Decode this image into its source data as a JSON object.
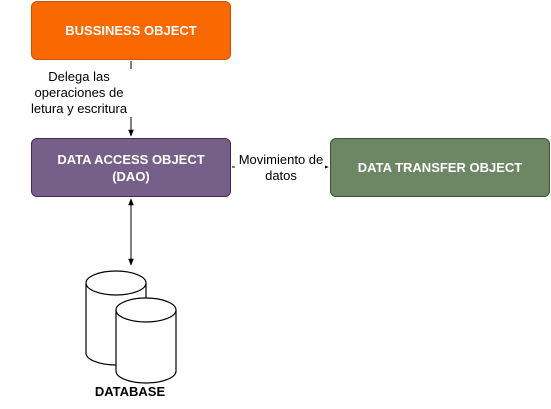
{
  "nodes": {
    "business_object": {
      "label": "BUSSINESS OBJECT",
      "color": "#fa6800"
    },
    "dao": {
      "label": "DATA ACCESS OBJECT (DAO)",
      "color": "#76608a"
    },
    "dto": {
      "label": "DATA TRANSFER OBJECT",
      "color": "#6d8764"
    },
    "database": {
      "label": "DATABASE"
    }
  },
  "edges": {
    "bo_to_dao": {
      "label": "Delega las operaciones de letura y escritura"
    },
    "dao_to_dto": {
      "label": "Movimiento de datos",
      "style": "dashed"
    },
    "dao_database": {
      "label": "",
      "style": "bidirectional"
    }
  }
}
